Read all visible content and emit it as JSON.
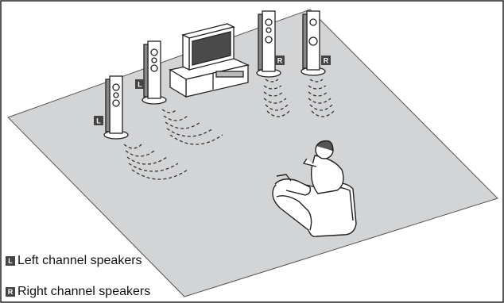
{
  "legend": {
    "left": {
      "letter": "L",
      "label": "Left channel speakers"
    },
    "right": {
      "letter": "R",
      "label": "Right channel speakers"
    }
  },
  "speaker_tags": {
    "front_left": "L",
    "rear_left": "L",
    "front_right": "R",
    "rear_right": "R"
  },
  "colors": {
    "floor": "#d3d4d6",
    "outline": "#222222",
    "tag_fill": "#444444",
    "background": "#ffffff"
  }
}
